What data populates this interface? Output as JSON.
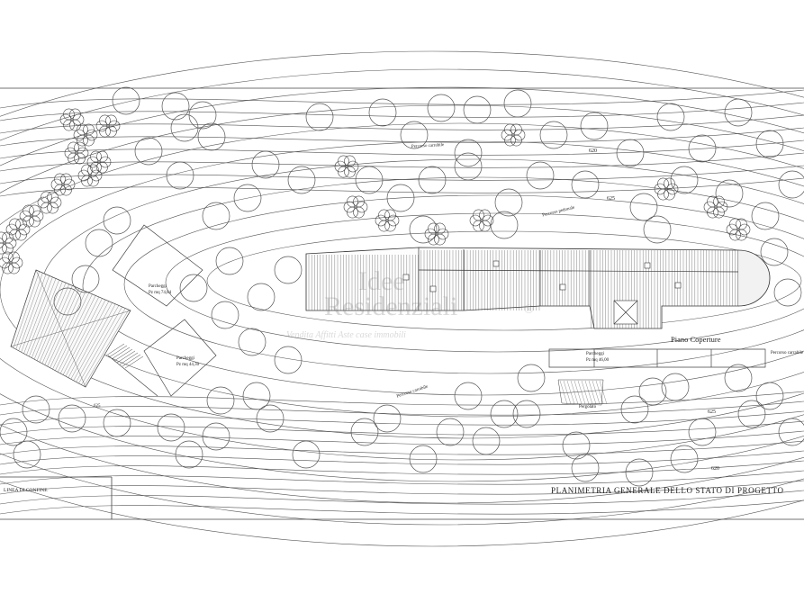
{
  "drawing": {
    "title": "PLANIMETRIA GENERALE DELLO STATO DI PROGETTO",
    "roof_plan_label": "Piano Coperture",
    "boundary_label": "LINEA DI CONFINE",
    "parking_labels": [
      {
        "line1": "Parcheggi",
        "line2": "Pz mq 74,84"
      },
      {
        "line1": "Parcheggi",
        "line2": "Pz mq 44,30"
      },
      {
        "line1": "Parcheggi",
        "line2": "Pz mq 46,00"
      }
    ],
    "contour_elevations": [
      "620",
      "625",
      "625",
      "620"
    ],
    "path_labels": [
      "Percorso carrabile",
      "Percorso pedonale",
      "Percorso carrabile",
      "Percorso carrabile"
    ],
    "misc_labels": [
      "Pergolato",
      "625"
    ]
  },
  "watermark": {
    "line1": "Idee",
    "line2": "Residenziali",
    "registered": "®",
    "tagline": "Vendita Affitti Aste case immobili"
  }
}
